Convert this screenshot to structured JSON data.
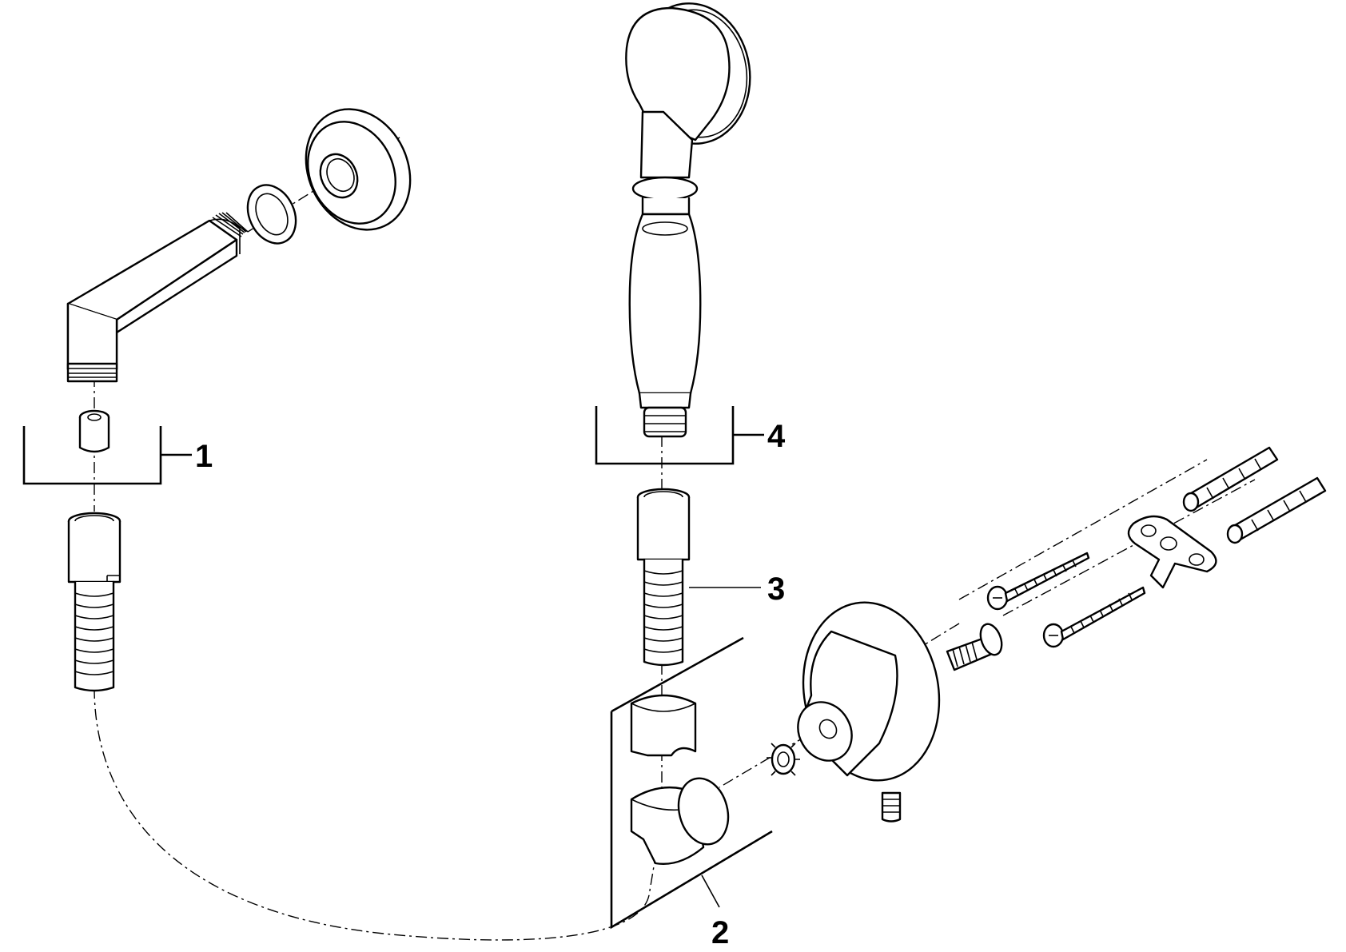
{
  "labels": {
    "p1": "1",
    "p2": "2",
    "p3": "3",
    "p4": "4"
  },
  "colors": {
    "line": "#000000",
    "background": "#ffffff"
  }
}
